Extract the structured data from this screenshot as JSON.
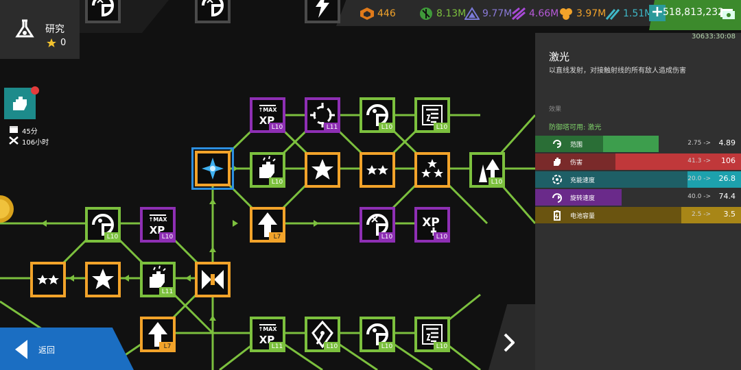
{
  "header": {
    "research_label": "研究",
    "stars": "0",
    "res_gems": "446",
    "res_1": "8.13M",
    "res_2": "9.77M",
    "res_3": "4.66M",
    "res_4": "3.97M",
    "res_5": "1.51M",
    "money": "518,813,232",
    "timer": "30633:30:08"
  },
  "colors": {
    "green": "#7cc03e",
    "purple": "#8e2fb4",
    "orange": "#f2a32a",
    "selected": "#2d8fe0",
    "teal": "#1d8b8b"
  },
  "left": {
    "time_1": "45分",
    "time_2": "106小时",
    "back": "返回"
  },
  "panel": {
    "title": "激光",
    "desc": "以直线发射，对接触射线的所有敌人造成伤害",
    "effects_label": "效果",
    "available": "防御塔可用: 激光",
    "stats": [
      {
        "label": "范围",
        "old": "2.75 ->",
        "new": "4.89",
        "base_frac": 0.33,
        "gain_frac": 0.6,
        "base": "#2a6e36",
        "gain": "#3d9e4d",
        "icon": "range-icon"
      },
      {
        "label": "伤害",
        "old": "41.3 ->",
        "new": "106",
        "base_frac": 0.39,
        "gain_frac": 1.0,
        "base": "#7a2a2a",
        "gain": "#c0383a",
        "icon": "damage-fist-icon"
      },
      {
        "label": "充能速度",
        "old": "20.0 ->",
        "new": "26.8",
        "base_frac": 0.74,
        "gain_frac": 1.0,
        "base": "#1e5f66",
        "gain": "#1da1ad",
        "icon": "charge-speed-icon"
      },
      {
        "label": "旋转速度",
        "old": "40.0 ->",
        "new": "74.4",
        "base_frac": 0.42,
        "gain_frac": 0.42,
        "base": "#6a2a8a",
        "gain": "#9140b8",
        "icon": "rotation-speed-icon"
      },
      {
        "label": "电池容量",
        "old": "2.5 ->",
        "new": "3.5",
        "base_frac": 0.71,
        "gain_frac": 1.0,
        "base": "#6a5410",
        "gain": "#a88617",
        "icon": "battery-icon"
      }
    ]
  },
  "nodes": [
    {
      "id": "n-top-1",
      "icon": "damage-up-icon",
      "color": "gray",
      "level": ""
    },
    {
      "id": "n-top-2",
      "icon": "damage-up-icon",
      "color": "gray",
      "level": ""
    },
    {
      "id": "n-top-3",
      "icon": "lightning-icon",
      "color": "gray",
      "level": ""
    },
    {
      "id": "n-xp-max",
      "icon": "xp-max-icon",
      "color": "purple",
      "level": "L10"
    },
    {
      "id": "n-crosshair",
      "icon": "crosshair-icon",
      "color": "purple",
      "level": "L11"
    },
    {
      "id": "n-eater-1",
      "icon": "eater-icon",
      "color": "green",
      "level": "L10"
    },
    {
      "id": "n-list-1",
      "icon": "list-icon",
      "color": "green",
      "level": "L10"
    },
    {
      "id": "n-laser",
      "icon": "laser-icon",
      "color": "orange",
      "level": "",
      "selected": true
    },
    {
      "id": "n-fist-1",
      "icon": "fist-icon",
      "color": "green",
      "level": "L10"
    },
    {
      "id": "n-star-big-1",
      "icon": "star-icon",
      "color": "orange",
      "level": ""
    },
    {
      "id": "n-star-2",
      "icon": "two-stars-icon",
      "color": "orange",
      "level": ""
    },
    {
      "id": "n-star-3",
      "icon": "three-stars-icon",
      "color": "orange",
      "level": ""
    },
    {
      "id": "n-tower-1",
      "icon": "tower-up-icon",
      "color": "green",
      "level": "L10"
    },
    {
      "id": "n-arrow-1",
      "icon": "arrow-up-icon",
      "color": "orange",
      "level": "L7"
    },
    {
      "id": "n-eater-purple",
      "icon": "damage-up-icon",
      "color": "purple",
      "level": "L10"
    },
    {
      "id": "n-xp-purple",
      "icon": "xp-icon",
      "color": "purple",
      "level": "L10"
    },
    {
      "id": "n-eater-2",
      "icon": "eater-icon",
      "color": "green",
      "level": "L10"
    },
    {
      "id": "n-xp-max-2",
      "icon": "xp-max-icon",
      "color": "purple",
      "level": "L10"
    },
    {
      "id": "n-star-2b",
      "icon": "two-stars-icon",
      "color": "orange",
      "level": ""
    },
    {
      "id": "n-star-big-2",
      "icon": "star-icon",
      "color": "orange",
      "level": ""
    },
    {
      "id": "n-fist-2",
      "icon": "fist-icon",
      "color": "green",
      "level": "L11"
    },
    {
      "id": "n-bowtie",
      "icon": "bowtie-icon",
      "color": "orange",
      "level": ""
    },
    {
      "id": "n-arrow-2",
      "icon": "arrow-up-icon",
      "color": "orange",
      "level": "L7"
    },
    {
      "id": "n-xp-max-3",
      "icon": "xp-max-icon",
      "color": "green",
      "level": "L11"
    },
    {
      "id": "n-pen",
      "icon": "pen-icon",
      "color": "green",
      "level": "L10"
    },
    {
      "id": "n-eater-3",
      "icon": "eater-icon",
      "color": "green",
      "level": "L10"
    },
    {
      "id": "n-list-2",
      "icon": "list-icon",
      "color": "green",
      "level": "L10"
    }
  ]
}
